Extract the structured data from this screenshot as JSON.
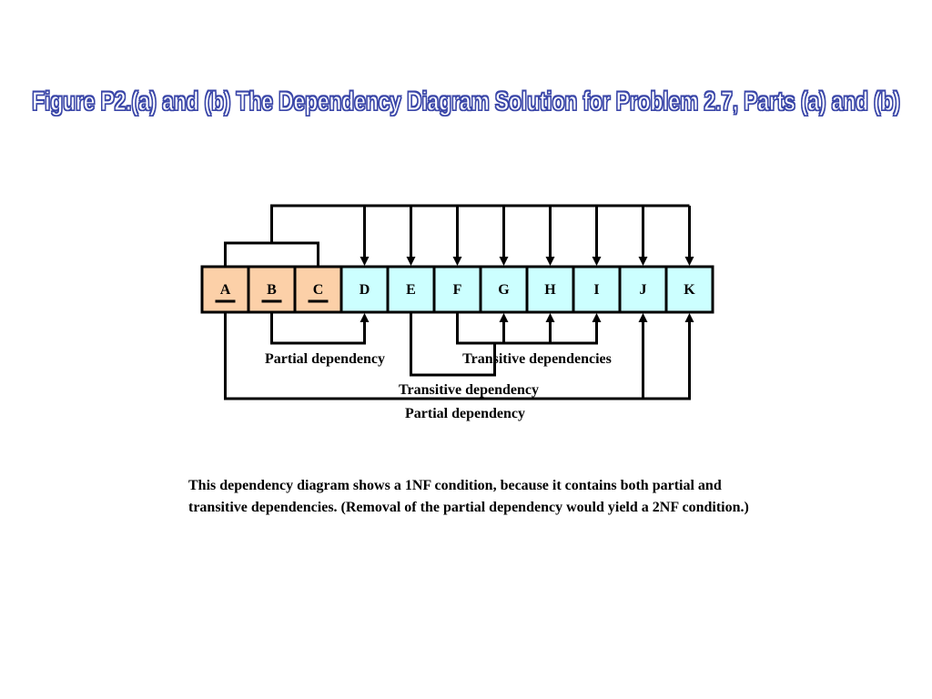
{
  "title": "Figure P2.(a) and (b)  The Dependency Diagram Solution for Problem 2.7, Parts (a) and (b)",
  "attributes": [
    {
      "name": "A",
      "key": true
    },
    {
      "name": "B",
      "key": true
    },
    {
      "name": "C",
      "key": true
    },
    {
      "name": "D",
      "key": false
    },
    {
      "name": "E",
      "key": false
    },
    {
      "name": "F",
      "key": false
    },
    {
      "name": "G",
      "key": false
    },
    {
      "name": "H",
      "key": false
    },
    {
      "name": "I",
      "key": false
    },
    {
      "name": "J",
      "key": false
    },
    {
      "name": "K",
      "key": false
    }
  ],
  "labels": {
    "partial_dependency_bc": "Partial dependency",
    "transitive_dependencies_fi": "Transitive dependencies",
    "transitive_dependency_e": "Transitive dependency",
    "partial_dependency_a": "Partial dependency"
  },
  "description": "This dependency diagram shows a 1NF condition, because it contains both partial  and  transitive dependencies.  (Removal of the  partial dependency would yield a 2NF condition.)",
  "colors": {
    "key_fill": "#fcd0a8",
    "nonkey_fill": "#ccffff",
    "title_outline": "#3a46a8"
  }
}
